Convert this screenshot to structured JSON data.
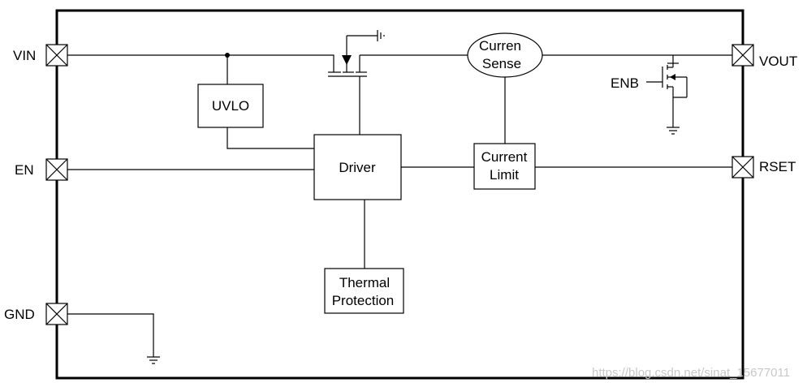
{
  "pins": {
    "vin": "VIN",
    "en": "EN",
    "gnd": "GND",
    "vout": "VOUT",
    "rset": "RSET"
  },
  "blocks": {
    "uvlo": "UVLO",
    "driver": "Driver",
    "current_sense_line1": "Curren",
    "current_sense_line2": "Sense",
    "current_limit_line1": "Current",
    "current_limit_line2": "Limit",
    "thermal_line1": "Thermal",
    "thermal_line2": "Protection"
  },
  "signals": {
    "enb": "ENB"
  },
  "watermark": "https://blog.csdn.net/sinat_15677011",
  "colors": {
    "line": "#000000",
    "watermark": "#c8c8c8",
    "background": "#ffffff"
  }
}
